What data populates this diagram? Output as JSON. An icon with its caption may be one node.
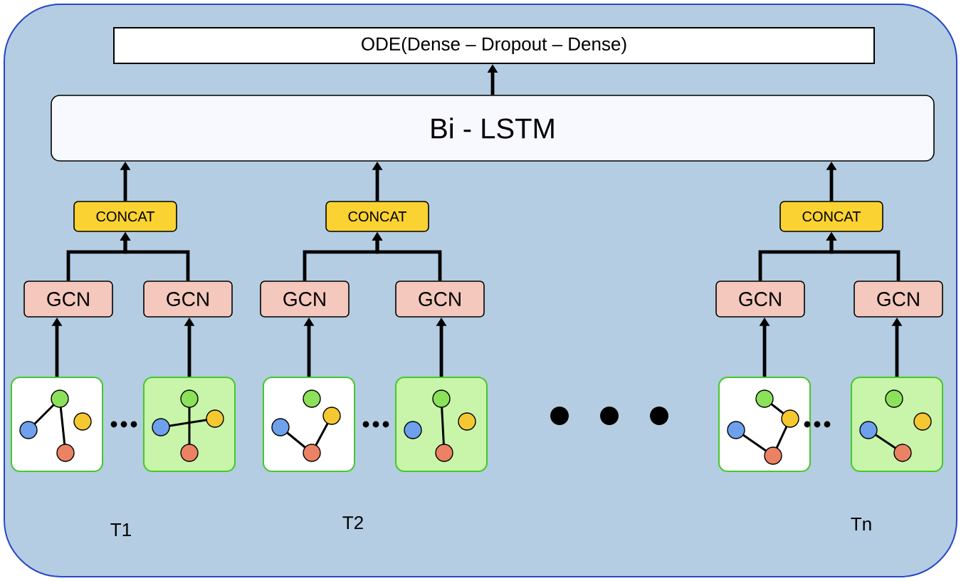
{
  "diagram": {
    "nodes": [
      {
        "text": [
          "ODE(Dense – Dropout – Dense)"
        ]
      },
      {
        "text": [
          "Bi - LSTM"
        ]
      },
      {
        "text": [
          "CONCAT"
        ]
      },
      {
        "text": [
          "CONCAT"
        ]
      },
      {
        "text": [
          "CONCAT"
        ]
      },
      {
        "text": [
          "GCN"
        ]
      },
      {
        "text": [
          "GCN"
        ]
      },
      {
        "text": [
          "GCN"
        ]
      },
      {
        "text": [
          "GCN"
        ]
      },
      {
        "text": [
          "GCN"
        ]
      },
      {
        "text": [
          "GCN"
        ]
      },
      {
        "text": [],
        "shape": "picture"
      },
      {
        "text": [],
        "shape": "picture"
      },
      {
        "text": [],
        "shape": "picture"
      },
      {
        "text": [],
        "shape": "picture"
      },
      {
        "text": [],
        "shape": "picture"
      },
      {
        "text": [],
        "shape": "picture"
      }
    ],
    "edges": [
      {
        "from": 1,
        "to": 0,
        "arrow": "to"
      },
      {
        "from": 2,
        "to": 1,
        "arrow": "to"
      },
      {
        "from": 3,
        "to": 1,
        "arrow": "to"
      },
      {
        "from": 4,
        "to": 1,
        "arrow": "to"
      },
      {
        "from": 5,
        "to": 2,
        "arrow": "to"
      },
      {
        "from": 6,
        "to": 2,
        "arrow": "to"
      },
      {
        "from": 7,
        "to": 3,
        "arrow": "to"
      },
      {
        "from": 8,
        "to": 3,
        "arrow": "to"
      },
      {
        "from": 9,
        "to": 4,
        "arrow": "to"
      },
      {
        "from": 10,
        "to": 4,
        "arrow": "to"
      },
      {
        "from": 11,
        "to": 5,
        "arrow": "to"
      },
      {
        "from": 12,
        "to": 6,
        "arrow": "to"
      },
      {
        "from": 13,
        "to": 7,
        "arrow": "to"
      },
      {
        "from": 14,
        "to": 8,
        "arrow": "to"
      },
      {
        "from": 15,
        "to": 9,
        "arrow": "to"
      },
      {
        "from": 16,
        "to": 10,
        "arrow": "to"
      }
    ],
    "labels": [
      "T1",
      "T2",
      "Tn"
    ]
  }
}
